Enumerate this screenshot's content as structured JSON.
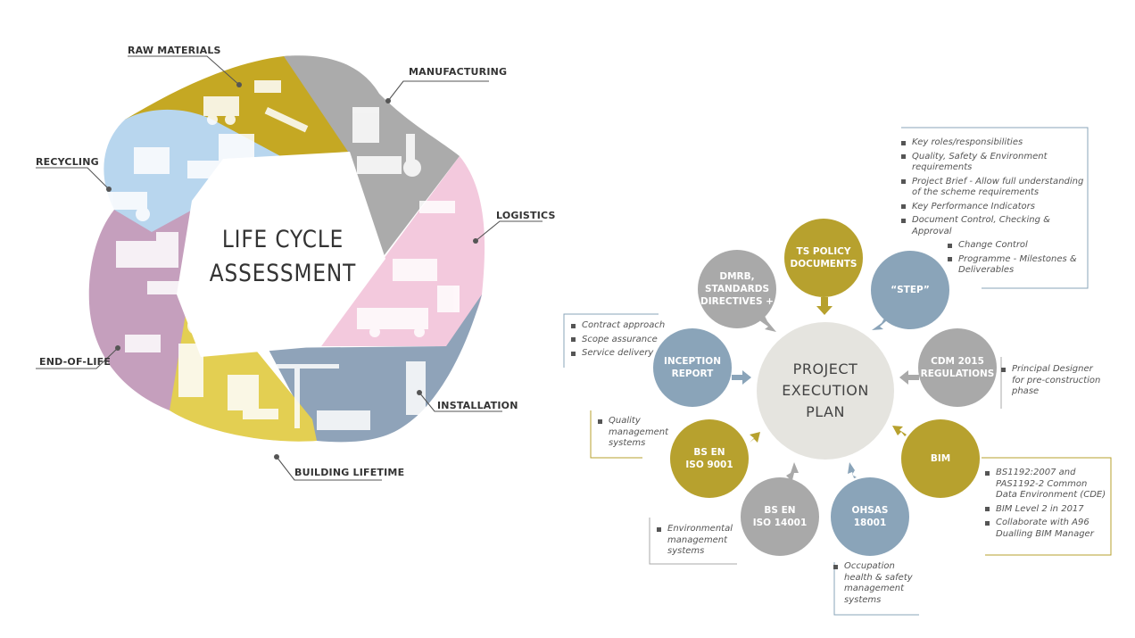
{
  "lifecycle": {
    "title_line1": "LIFE CYCLE",
    "title_line2": "ASSESSMENT",
    "stages": {
      "raw_materials": "RAW MATERIALS",
      "manufacturing": "MANUFACTURING",
      "logistics": "LOGISTICS",
      "installation": "INSTALLATION",
      "building_lifetime": "BUILDING LIFETIME",
      "end_of_life": "END-OF-LIFE",
      "recycling": "RECYCLING"
    },
    "colors": {
      "raw_materials": "#c5a823",
      "manufacturing": "#ababab",
      "logistics": "#f3c9dd",
      "installation": "#8fa3b9",
      "building_lifetime": "#e3cf52",
      "end_of_life": "#c59fbd",
      "recycling": "#b8d6ee"
    }
  },
  "pep": {
    "center": {
      "line1": "PROJECT",
      "line2": "EXECUTION",
      "line3": "PLAN"
    },
    "nodes": {
      "ts_policy": {
        "line1": "TS POLICY",
        "line2": "DOCUMENTS"
      },
      "dmrb": {
        "line1": "DMRB,",
        "line2": "STANDARDS",
        "line3": "DIRECTIVES +"
      },
      "step": {
        "line1": "“STEP”"
      },
      "cdm": {
        "line1": "CDM 2015",
        "line2": "REGULATIONS"
      },
      "bim": {
        "line1": "BIM"
      },
      "ohsas": {
        "line1": "OHSAS",
        "line2": "18001"
      },
      "iso14001": {
        "line1": "BS EN",
        "line2": "ISO 14001"
      },
      "iso9001": {
        "line1": "BS EN",
        "line2": "ISO 9001"
      },
      "inception": {
        "line1": "INCEPTION",
        "line2": "REPORT"
      }
    },
    "colors": {
      "gold": "#b7a12e",
      "blue": "#8aa4b9",
      "grey": "#a9a9a9",
      "center": "#e5e4df"
    },
    "notes": {
      "step": [
        "Key roles/responsibilities",
        "Quality, Safety & Environment requirements",
        "Project Brief - Allow full understanding of the scheme requirements",
        "Key Performance Indicators",
        "Document Control, Checking & Approval"
      ],
      "step_sub": [
        "Change Control",
        "Programme - Milestones & Deliverables"
      ],
      "inception": [
        "Contract approach",
        "Scope assurance",
        "Service delivery"
      ],
      "cdm": [
        "Principal Designer for pre-construction phase"
      ],
      "iso9001": [
        "Quality management systems"
      ],
      "bim": [
        "BS1192:2007 and PAS1192-2 Common Data Environment (CDE)",
        "BIM Level 2 in 2017",
        "Collaborate with A96 Dualling BIM Manager"
      ],
      "iso14001": [
        "Environmental management systems"
      ],
      "ohsas": [
        "Occupation health & safety management systems"
      ]
    }
  }
}
